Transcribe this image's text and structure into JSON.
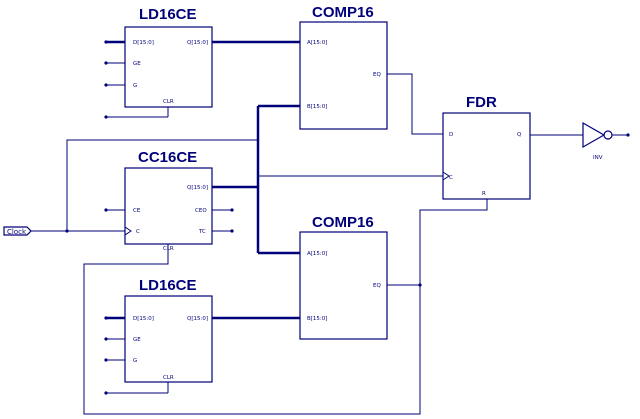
{
  "blocks": {
    "ld_top": {
      "title": "LD16CE",
      "pins": {
        "d": "D[15:0]",
        "q": "Q[15:0]",
        "ge": "GE",
        "g": "G",
        "clr": "CLR"
      }
    },
    "comp_top": {
      "title": "COMP16",
      "pins": {
        "a": "A[15:0]",
        "b": "B[15:0]",
        "eq": "EQ"
      }
    },
    "cc": {
      "title": "CC16CE",
      "pins": {
        "ce": "CE",
        "c": "C",
        "q": "Q[15:0]",
        "ceo": "CEO",
        "tc": "TC",
        "clr": "CLR"
      }
    },
    "comp_bot": {
      "title": "COMP16",
      "pins": {
        "a": "A[15:0]",
        "b": "B[15:0]",
        "eq": "EQ"
      }
    },
    "ld_bot": {
      "title": "LD16CE",
      "pins": {
        "d": "D[15:0]",
        "q": "Q[15:0]",
        "ge": "GE",
        "g": "G",
        "clr": "CLR"
      }
    },
    "fdr": {
      "title": "FDR",
      "pins": {
        "d": "D",
        "c": "C",
        "q": "Q",
        "r": "R"
      }
    },
    "inv": {
      "label": "INV"
    }
  },
  "clock": {
    "label": "Clock"
  },
  "colors": {
    "wire": "#00007a",
    "background": "#ffffff"
  }
}
